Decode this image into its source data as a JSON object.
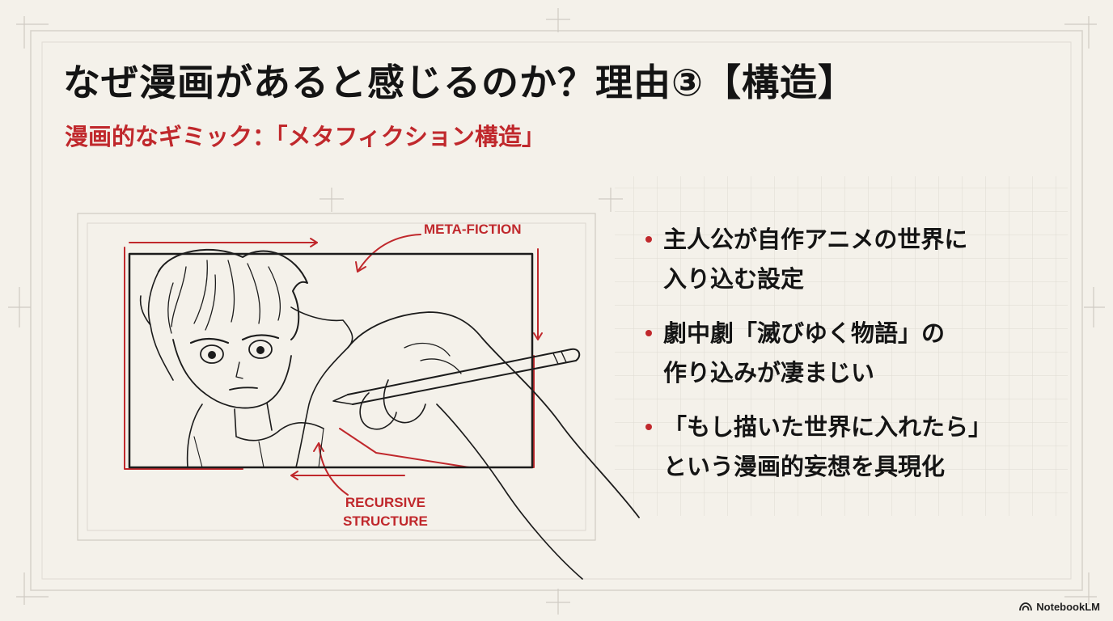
{
  "slide": {
    "title": "なぜ漫画があると感じるのか？理由③【構造】",
    "subtitle": "漫画的なギミック：「メタフィクション構造」"
  },
  "bullets": [
    {
      "lines": [
        "主人公が自作アニメの世界に",
        "入り込む設定"
      ]
    },
    {
      "lines": [
        "劇中劇「滅びゆく物語」の",
        "作り込みが凄まじい"
      ]
    },
    {
      "lines": [
        "「もし描いた世界に入れたら」",
        "という漫画的妄想を具現化"
      ]
    }
  ],
  "illustration": {
    "label_top": "META-FICTION",
    "label_bottom_line1": "RECURSIVE",
    "label_bottom_line2": "STRUCTURE",
    "icon": "sketch-of-boy-drawn-by-hand-with-pencil"
  },
  "branding": {
    "label": "NotebookLM",
    "icon": "notebooklm-logo-icon"
  },
  "colors": {
    "accent": "#c0282c",
    "background": "#f4f1ea",
    "text": "#141414"
  }
}
